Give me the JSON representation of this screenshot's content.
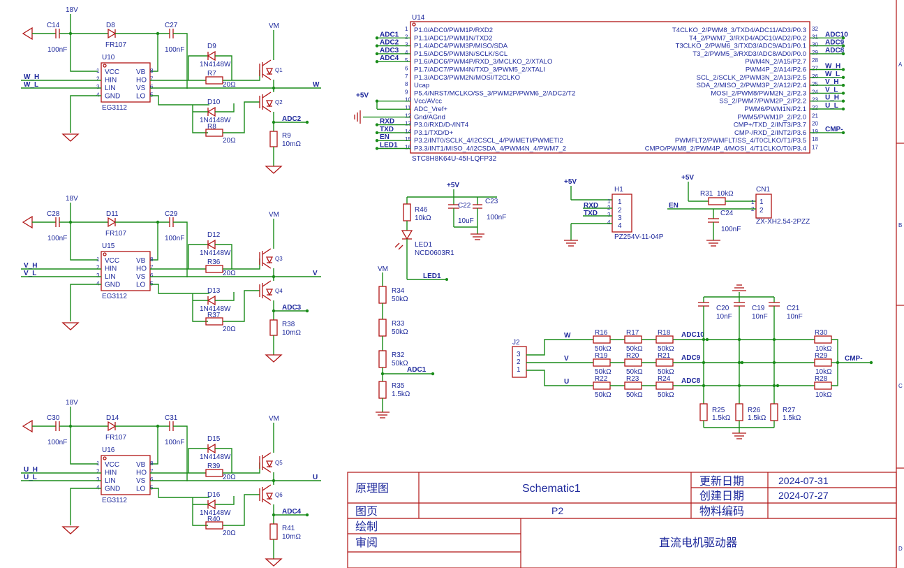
{
  "colors": {
    "wire": "#1a8c1a",
    "component": "#b01515",
    "text": "#1f2a9c",
    "background": "#ffffff"
  },
  "frame": {
    "side_zones": [
      "A",
      "B",
      "C",
      "D"
    ]
  },
  "half_bridges": [
    {
      "supply": "18V",
      "gate_supply": "VM",
      "c_in": {
        "ref": "C14",
        "val": "100nF"
      },
      "diode": {
        "ref": "D8",
        "val": "FR107"
      },
      "c_boot": {
        "ref": "C27",
        "val": "100nF"
      },
      "driver": {
        "ref": "U10",
        "model": "EG3112",
        "pins_left": [
          "VCC",
          "HIN",
          "LIN",
          "GND"
        ],
        "pins_right": [
          "VB",
          "HO",
          "VS",
          "LO"
        ],
        "pin_nums_left": [
          "1",
          "2",
          "3",
          "4"
        ],
        "pin_nums_right": [
          "8",
          "7",
          "6",
          "5"
        ]
      },
      "d_hi": {
        "ref": "D9",
        "val": "1N4148W"
      },
      "r_hi": {
        "ref": "R7",
        "val": "20Ω"
      },
      "d_lo": {
        "ref": "D10",
        "val": "1N4148W"
      },
      "r_lo": {
        "ref": "R8",
        "val": "20Ω"
      },
      "q_hi": "Q1",
      "q_lo": "Q2",
      "in_h": "W_H",
      "in_l": "W_L",
      "out": "W",
      "adc": "ADC2",
      "shunt": {
        "ref": "R9",
        "val": "10mΩ"
      }
    },
    {
      "supply": "18V",
      "gate_supply": "VM",
      "c_in": {
        "ref": "C28",
        "val": "100nF"
      },
      "diode": {
        "ref": "D11",
        "val": "FR107"
      },
      "c_boot": {
        "ref": "C29",
        "val": "100nF"
      },
      "driver": {
        "ref": "U15",
        "model": "EG3112",
        "pins_left": [
          "VCC",
          "HIN",
          "LIN",
          "GND"
        ],
        "pins_right": [
          "VB",
          "HO",
          "VS",
          "LO"
        ],
        "pin_nums_left": [
          "1",
          "2",
          "3",
          "4"
        ],
        "pin_nums_right": [
          "8",
          "7",
          "6",
          "5"
        ]
      },
      "d_hi": {
        "ref": "D12",
        "val": "1N4148W"
      },
      "r_hi": {
        "ref": "R36",
        "val": "20Ω"
      },
      "d_lo": {
        "ref": "D13",
        "val": "1N4148W"
      },
      "r_lo": {
        "ref": "R37",
        "val": "20Ω"
      },
      "q_hi": "Q3",
      "q_lo": "Q4",
      "in_h": "V_H",
      "in_l": "V_L",
      "out": "V",
      "adc": "ADC3",
      "shunt": {
        "ref": "R38",
        "val": "10mΩ"
      }
    },
    {
      "supply": "18V",
      "gate_supply": "VM",
      "c_in": {
        "ref": "C30",
        "val": "100nF"
      },
      "diode": {
        "ref": "D14",
        "val": "FR107"
      },
      "c_boot": {
        "ref": "C31",
        "val": "100nF"
      },
      "driver": {
        "ref": "U16",
        "model": "EG3112",
        "pins_left": [
          "VCC",
          "HIN",
          "LIN",
          "GND"
        ],
        "pins_right": [
          "VB",
          "HO",
          "VS",
          "LO"
        ],
        "pin_nums_left": [
          "1",
          "2",
          "3",
          "4"
        ],
        "pin_nums_right": [
          "8",
          "7",
          "6",
          "5"
        ]
      },
      "d_hi": {
        "ref": "D15",
        "val": "1N4148W"
      },
      "r_hi": {
        "ref": "R39",
        "val": "20Ω"
      },
      "d_lo": {
        "ref": "D16",
        "val": "1N4148W"
      },
      "r_lo": {
        "ref": "R40",
        "val": "20Ω"
      },
      "q_hi": "Q5",
      "q_lo": "Q6",
      "in_h": "U_H",
      "in_l": "U_L",
      "out": "U",
      "adc": "ADC4",
      "shunt": {
        "ref": "R41",
        "val": "10mΩ"
      }
    }
  ],
  "mcu": {
    "ref": "U14",
    "part": "STC8H8K64U-45I-LQFP32",
    "left_pins": [
      {
        "n": "1",
        "name": "P1.0/ADC0/PWM1P/RXD2",
        "net": ""
      },
      {
        "n": "2",
        "name": "P1.1/ADC1/PWM1N/TXD2",
        "net": "ADC1"
      },
      {
        "n": "3",
        "name": "P1.4/ADC4/PWM3P/MISO/SDA",
        "net": "ADC2"
      },
      {
        "n": "4",
        "name": "P1.5/ADC5/PWM3N/SCLK/SCL",
        "net": "ADC3"
      },
      {
        "n": "5",
        "name": "P1.6/ADC6/PWM4P/RXD_3/MCLKO_2/XTALO",
        "net": "ADC4"
      },
      {
        "n": "6",
        "name": "P1.7/ADC7/PWM4N/TXD_3/PWM5_2/XTALI",
        "net": ""
      },
      {
        "n": "7",
        "name": "P1.3/ADC3/PWM2N/MOSI/T2CLKO",
        "net": ""
      },
      {
        "n": "8",
        "name": "Ucap",
        "net": ""
      },
      {
        "n": "9",
        "name": "P5.4/NRST/MCLKO/SS_3/PWM2P/PWM6_2/ADC2/T2",
        "net": ""
      },
      {
        "n": "10",
        "name": "Vcc/AVcc",
        "net": "+5V"
      },
      {
        "n": "11",
        "name": "ADC_Vref+",
        "net": ""
      },
      {
        "n": "12",
        "name": "Gnd/AGnd",
        "net": ""
      },
      {
        "n": "13",
        "name": "P3.0/RXD/D-/INT4",
        "net": "RXD"
      },
      {
        "n": "14",
        "name": "P3.1/TXD/D+",
        "net": "TXD"
      },
      {
        "n": "15",
        "name": "P3.2/INT0/SCLK_4/I2CSCL_4/PWMETI/PWMETI2",
        "net": "EN"
      },
      {
        "n": "16",
        "name": "P3.3/INT1/MISO_4/I2CSDA_4/PWM4N_4/PWM7_2",
        "net": "LED1"
      }
    ],
    "right_pins": [
      {
        "n": "32",
        "name": "T4CLKO_2/PWM8_3/TXD4/ADC11/AD3/P0.3",
        "net": ""
      },
      {
        "n": "31",
        "name": "T4_2/PWM7_3/RXD4/ADC10/AD2/P0.2",
        "net": "ADC10"
      },
      {
        "n": "30",
        "name": "T3CLKO_2/PWM6_3/TXD3/ADC9/AD1/P0.1",
        "net": "ADC9"
      },
      {
        "n": "29",
        "name": "T3_2/PWM5_3/RXD3/ADC8/AD0/P0.0",
        "net": "ADC8"
      },
      {
        "n": "28",
        "name": "PWM4N_2/A15/P2.7",
        "net": ""
      },
      {
        "n": "27",
        "name": "PWM4P_2/A14/P2.6",
        "net": "W_H"
      },
      {
        "n": "26",
        "name": "SCL_2/SCLK_2/PWM3N_2/A13/P2.5",
        "net": "W_L"
      },
      {
        "n": "25",
        "name": "SDA_2/MISO_2/PWM3P_2/A12/P2.4",
        "net": "V_H"
      },
      {
        "n": "24",
        "name": "MOSI_2/PWM8/PWM2N_2/P2.3",
        "net": "V_L"
      },
      {
        "n": "23",
        "name": "SS_2/PWM7/PWM2P_2/P2.2",
        "net": "U_H"
      },
      {
        "n": "22",
        "name": "PWM6/PWM1N/P2.1",
        "net": "U_L"
      },
      {
        "n": "21",
        "name": "PWM5/PWM1P_2/P2.0",
        "net": ""
      },
      {
        "n": "20",
        "name": "CMP+/TXD_2/INT3/P3.7",
        "net": ""
      },
      {
        "n": "19",
        "name": "CMP-/RXD_2/INT2/P3.6",
        "net": "CMP-"
      },
      {
        "n": "18",
        "name": "PWMFLT2/PWMFLT/SS_4/T0CLKO/T1/P3.5",
        "net": ""
      },
      {
        "n": "17",
        "name": "CMPO/PWM8_2/PWM4P_4/MOSI_4/T1CLKO/T0/P3.4",
        "net": ""
      }
    ]
  },
  "led_block": {
    "supply": "+5V",
    "r46": {
      "ref": "R46",
      "val": "10kΩ"
    },
    "c22": {
      "ref": "C22",
      "val": "10uF"
    },
    "c23": {
      "ref": "C23",
      "val": "100nF"
    },
    "led": {
      "ref": "LED1",
      "val": "NCD0603R1"
    },
    "net": "LED1"
  },
  "header_h1": {
    "ref": "H1",
    "part": "PZ254V-11-04P",
    "supply": "+5V",
    "pins": [
      {
        "n": "1",
        "net": ""
      },
      {
        "n": "2",
        "net": "RXD"
      },
      {
        "n": "3",
        "net": "TXD"
      },
      {
        "n": "4",
        "net": ""
      }
    ]
  },
  "cn1": {
    "ref": "CN1",
    "part": "ZX-XH2.54-2PZZ",
    "supply": "+5V",
    "r31": {
      "ref": "R31",
      "val": "10kΩ"
    },
    "c24": {
      "ref": "C24",
      "val": "100nF"
    },
    "net": "EN",
    "pins": [
      "1",
      "2"
    ]
  },
  "divider": {
    "supply": "VM",
    "resistors": [
      {
        "ref": "R34",
        "val": "50kΩ"
      },
      {
        "ref": "R33",
        "val": "50kΩ"
      },
      {
        "ref": "R32",
        "val": "50kΩ"
      },
      {
        "ref": "R35",
        "val": "1.5kΩ"
      }
    ],
    "net": "ADC1"
  },
  "sense": {
    "j2": {
      "ref": "J2",
      "pins": [
        "3",
        "2",
        "1"
      ]
    },
    "phases": [
      {
        "name": "W",
        "r1": "R16",
        "r2": "R17",
        "r3": "R18",
        "adc": "ADC10",
        "rc": "R30",
        "rb": "R25",
        "c": "C20"
      },
      {
        "name": "V",
        "r1": "R19",
        "r2": "R20",
        "r3": "R21",
        "adc": "ADC9",
        "rc": "R29",
        "rb": "R26",
        "c": "C19"
      },
      {
        "name": "U",
        "r1": "R22",
        "r2": "R23",
        "r3": "R24",
        "adc": "ADC8",
        "rc": "R28",
        "rb": "R27",
        "c": "C21"
      }
    ],
    "r_series_val": "50kΩ",
    "r_comp_val": "10kΩ",
    "r_bottom_val": "1.5kΩ",
    "c_val": "10nF",
    "cmp_net": "CMP-"
  },
  "title_block": {
    "label_schematic": "原理图",
    "schematic": "Schematic1",
    "label_updated": "更新日期",
    "updated": "2024-07-31",
    "label_created": "创建日期",
    "created": "2024-07-27",
    "label_page": "图页",
    "page": "P2",
    "label_material": "物料编码",
    "material": "",
    "label_drawn": "绘制",
    "label_reviewed": "审阅",
    "title": "直流电机驱动器"
  }
}
